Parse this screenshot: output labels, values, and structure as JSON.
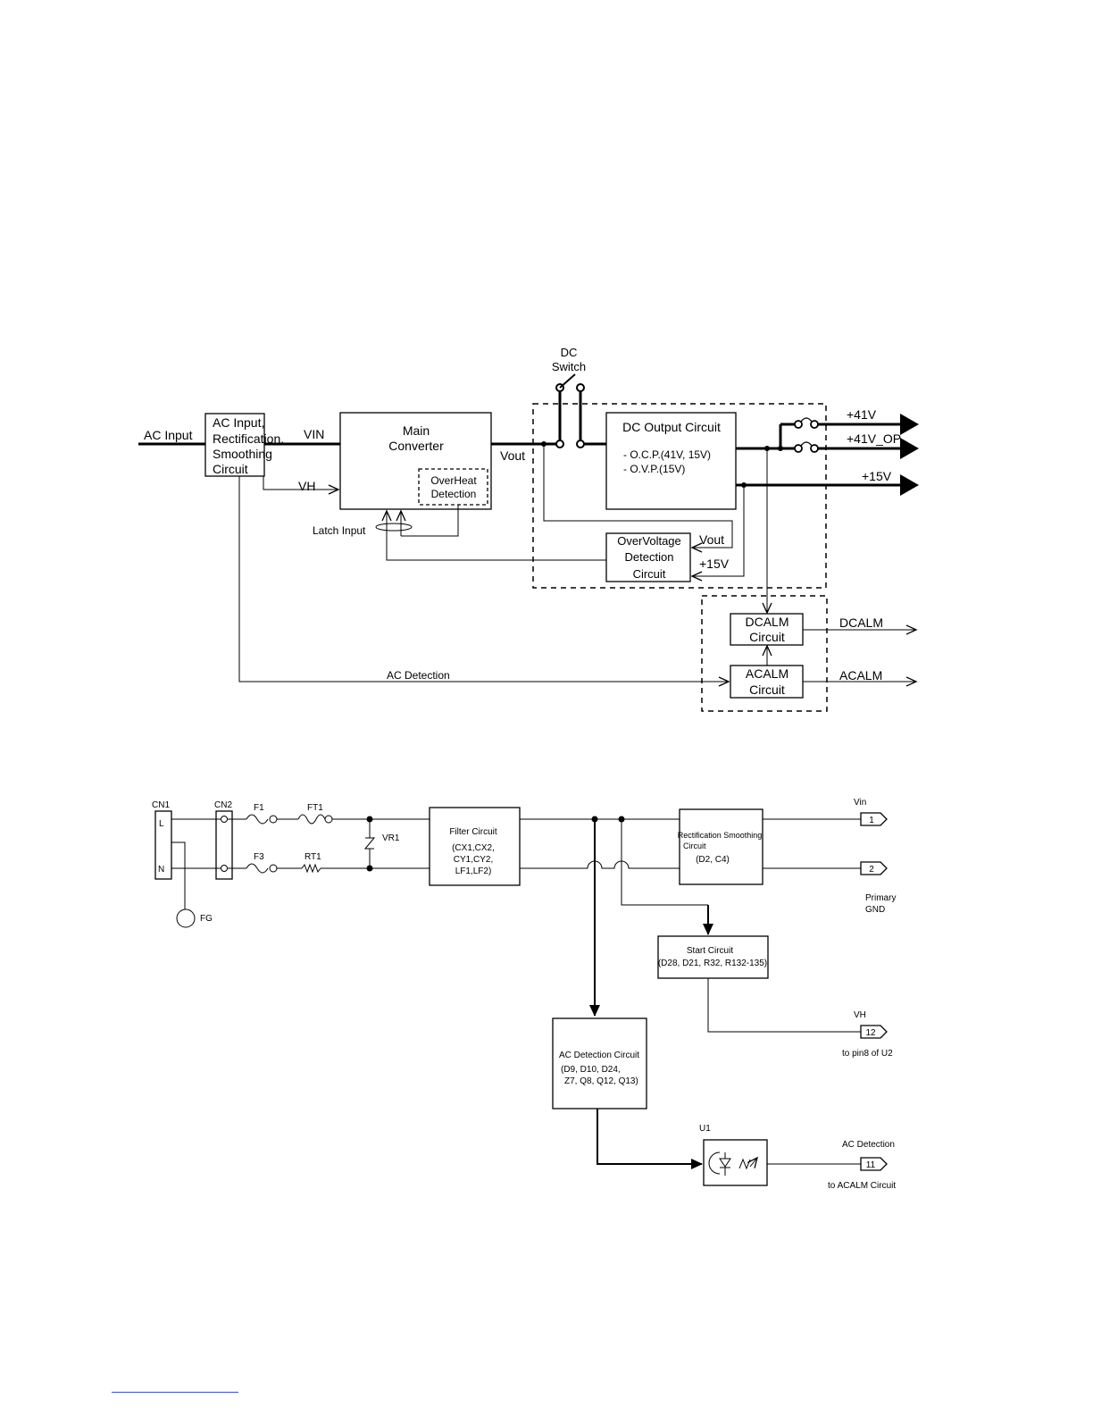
{
  "block_diagram": {
    "ac_input": "AC Input",
    "ac_block": [
      "AC Input,",
      "Rectification,",
      "Smoothing",
      "Circuit"
    ],
    "vin": "VIN",
    "vh": "VH",
    "main_converter": [
      "Main",
      "Converter"
    ],
    "overheat": [
      "OverHeat",
      "Detection"
    ],
    "latch_input": "Latch Input",
    "vout": "Vout",
    "dc_switch": [
      "DC",
      "Switch"
    ],
    "dc_output_title": "DC Output Circuit",
    "dc_output_items": [
      "- O.C.P.(41V, 15V)",
      "- O.V.P.(15V)"
    ],
    "out_41v": "+41V",
    "out_41v_op": "+41V_OP",
    "out_15v": "+15V",
    "ovp_block": [
      "OverVoltage",
      "Detection",
      "Circuit"
    ],
    "ovp_vout": "Vout",
    "ovp_15v": "+15V",
    "dcalm_block": [
      "DCALM",
      "Circuit"
    ],
    "dcalm_out": "DCALM",
    "acalm_block": [
      "ACALM",
      "Circuit"
    ],
    "acalm_out": "ACALM",
    "ac_detection": "AC Detection"
  },
  "schematic": {
    "cn1": "CN1",
    "cn2": "CN2",
    "pin_l": "L",
    "pin_n": "N",
    "fg": "FG",
    "f1": "F1",
    "ft1": "FT1",
    "f3": "F3",
    "rt1": "RT1",
    "vr1": "VR1",
    "filter": [
      "Filter Circuit",
      "(CX1,CX2,",
      "CY1,CY2,",
      "LF1,LF2)"
    ],
    "rect": [
      "Rectification Smoothing",
      "Circuit",
      "(D2, C4)"
    ],
    "start": [
      "Start Circuit",
      "(D28, D21, R32, R132-135)"
    ],
    "acdet": [
      "AC Detection Circuit",
      "(D9, D10, D24,",
      "Z7, Q8, Q12, Q13)"
    ],
    "u1": "U1",
    "vin_label": "Vin",
    "pin1": "1",
    "pin2": "2",
    "primary_gnd": [
      "Primary",
      "GND"
    ],
    "vh_label": "VH",
    "pin12": "12",
    "to_pin8": "to pin8 of U2",
    "ac_det_label": "AC Detection",
    "pin11": "11",
    "to_acalm": "to ACALM Circuit"
  }
}
